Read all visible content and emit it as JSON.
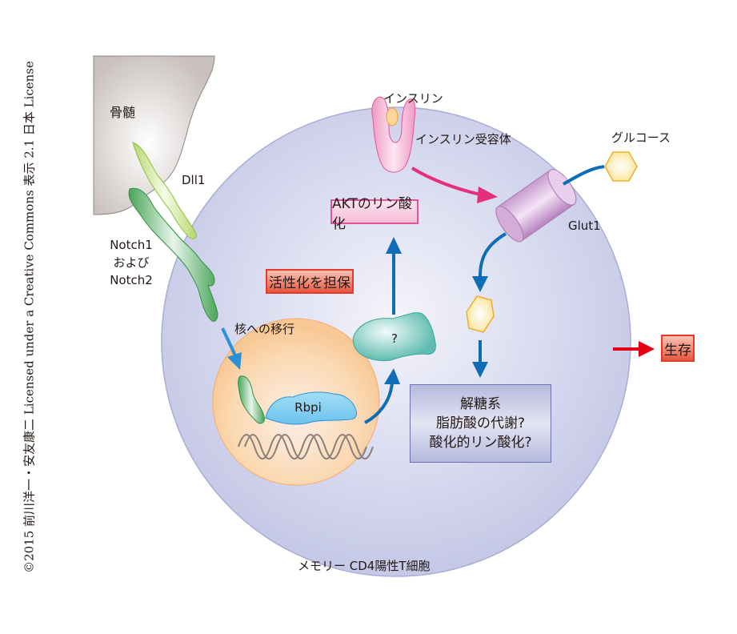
{
  "copyright": "©2015 前川洋一・安友康二 Licensed under a Creative Commons 表示 2.1 日本 License",
  "labels": {
    "bone_marrow": "骨髄",
    "dll1": "Dll1",
    "notch_line1": "Notch1",
    "notch_line2": "および",
    "notch_line3": "Notch2",
    "insulin": "インスリン",
    "insulin_receptor": "インスリン受容体",
    "glucose": "グルコース",
    "glut1": "Glut1",
    "nuclear_translocation": "核への移行",
    "rbpi": "Rbpi",
    "unknown_factor": "?",
    "cell_name": "メモリー CD4陽性T細胞"
  },
  "boxes": {
    "akt": "AKTのリン酸化",
    "activation": "活性化を担保",
    "survival": "生存",
    "metabolism": [
      "解糖系",
      "脂肪酸の代謝?",
      "酸化的リン酸化?"
    ]
  },
  "colors": {
    "cell": "#cfd1eb",
    "nucleus": "#f9cfa3",
    "bone_marrow": "#cdc6c3",
    "arrow_blue": "#0f6db5",
    "arrow_pink": "#e2307b",
    "arrow_red": "#e60012",
    "notch_green": "#3a9b4c",
    "dll1_green": "#9ccb4a",
    "glucose": "#fde9a0",
    "glut1": "#c89bd0"
  }
}
